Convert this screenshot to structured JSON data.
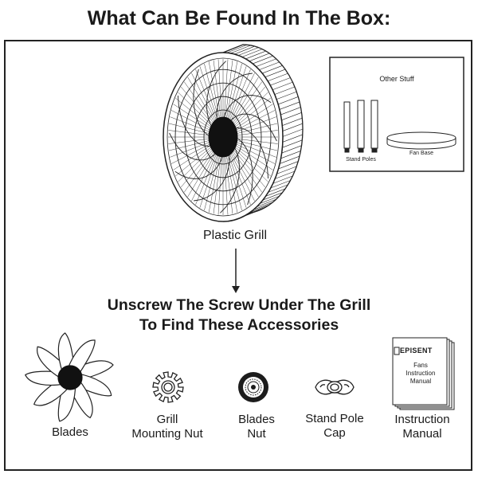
{
  "title": "What Can Be Found In The Box:",
  "grill": {
    "label": "Plastic Grill"
  },
  "other_stuff": {
    "title": "Other Stuff",
    "stand_poles_label": "Stand Poles",
    "fan_base_label": "Fan Base"
  },
  "instruction": {
    "line1": "Unscrew The Screw Under The Grill",
    "line2": "To Find These Accessories"
  },
  "accessories": [
    {
      "line1": "Blades",
      "line2": ""
    },
    {
      "line1": "Grill",
      "line2": "Mounting Nut"
    },
    {
      "line1": "Blades",
      "line2": "Nut"
    },
    {
      "line1": "Stand Pole",
      "line2": "Cap"
    },
    {
      "line1": "Instruction",
      "line2": "Manual"
    }
  ],
  "manual_cover": {
    "brand": "EPISENT",
    "line1": "Fans",
    "line2": "Instruction",
    "line3": "Manual"
  }
}
